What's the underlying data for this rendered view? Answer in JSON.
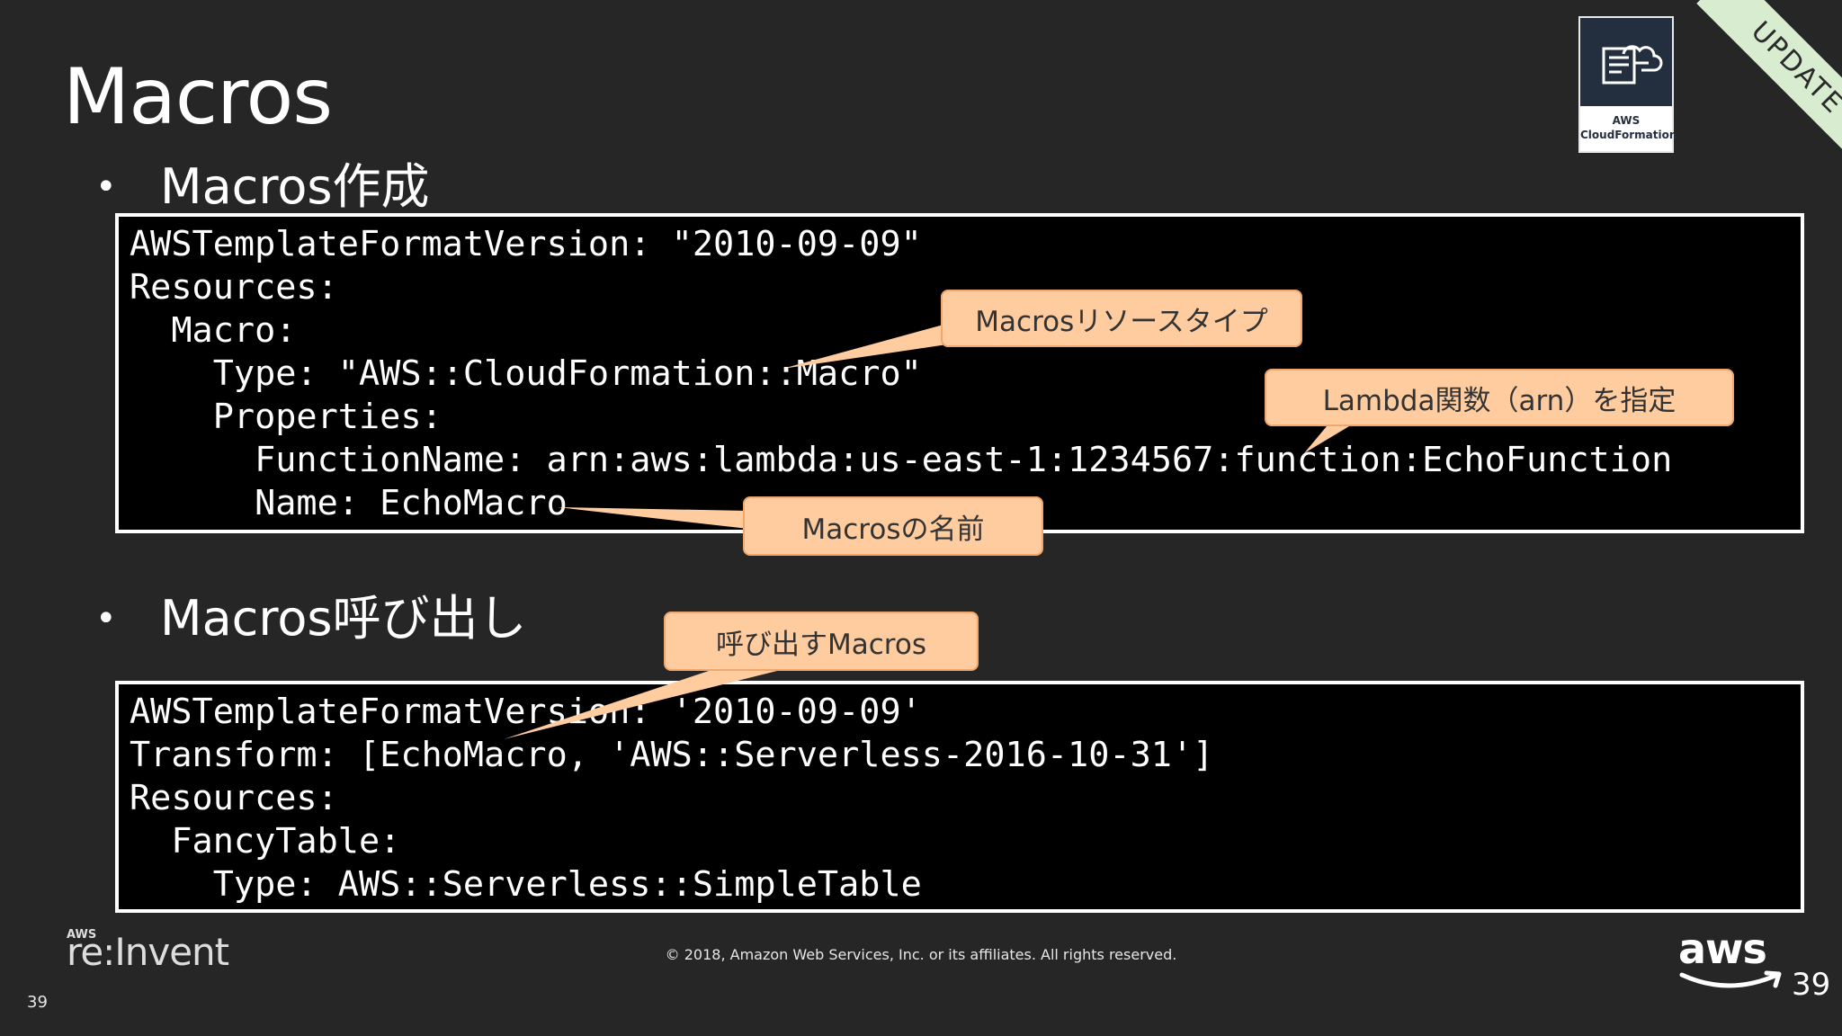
{
  "slide": {
    "title": "Macros",
    "ribbon": "UPDATE",
    "badge": {
      "line1": "AWS",
      "line2": "CloudFormation",
      "icon": "cloudformation-icon"
    },
    "bullets": [
      {
        "marker": "•",
        "text": "Macros作成"
      },
      {
        "marker": "•",
        "text": "Macros呼び出し"
      }
    ],
    "code_create": [
      "AWSTemplateFormatVersion: \"2010-09-09\"",
      "Resources:",
      "  Macro:",
      "    Type: \"AWS::CloudFormation::Macro\"",
      "    Properties:",
      "      FunctionName: arn:aws:lambda:us-east-1:1234567:function:EchoFunction",
      "      Name: EchoMacro"
    ],
    "code_invoke": [
      "AWSTemplateFormatVersion: '2010-09-09'",
      "Transform: [EchoMacro, 'AWS::Serverless-2016-10-31']",
      "Resources:",
      "  FancyTable:",
      "    Type: AWS::Serverless::SimpleTable"
    ],
    "callouts": {
      "resource_type": "Macrosリソースタイプ",
      "lambda_arn": "Lambda関数（arn）を指定",
      "macro_name": "Macrosの名前",
      "invoked_macro": "呼び出すMacros"
    },
    "footer": {
      "event_prefix": "AWS",
      "event_name": "re:Invent",
      "copyright": "© 2018, Amazon Web Services, Inc. or its affiliates. All rights reserved.",
      "page_number": "39",
      "page_number_corner": "39",
      "brand": "aws"
    },
    "colors": {
      "background": "#262626",
      "code_background": "#000000",
      "callout_fill": "#ffcc9f",
      "callout_border": "#f2a76a",
      "ribbon": "#d8ecd0"
    }
  }
}
